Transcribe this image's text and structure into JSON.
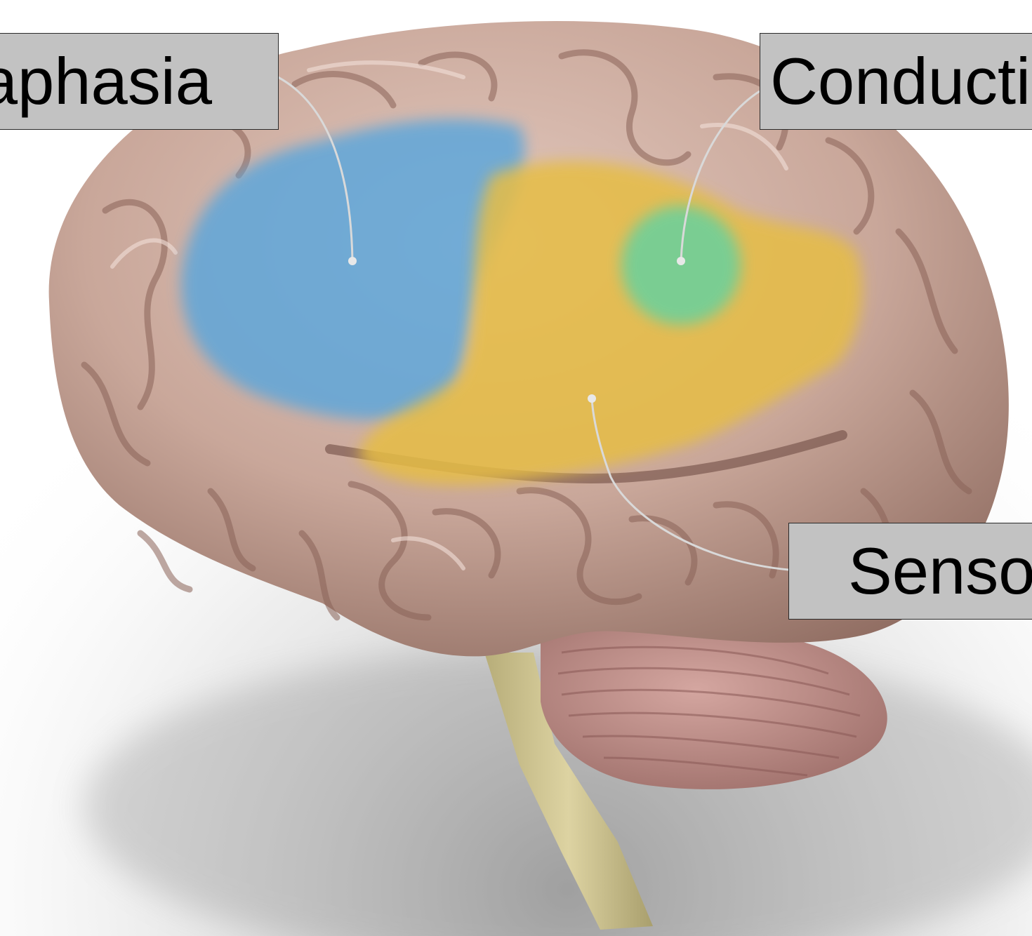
{
  "labels": {
    "left": "aphasia",
    "top_right": "Conducti",
    "bottom_right": "Senso"
  },
  "regions": {
    "blue_color": "#5aa6dc",
    "yellow_color": "#e6bd45",
    "green_color": "#6cd09b"
  },
  "colors": {
    "brain_tissue": "#c9a79a",
    "brain_shadow": "#8f6c61",
    "cerebellum": "#b98782",
    "brainstem": "#cfc58f",
    "label_background": "#c2c2c2",
    "leader_line": "#d9d9d9"
  }
}
